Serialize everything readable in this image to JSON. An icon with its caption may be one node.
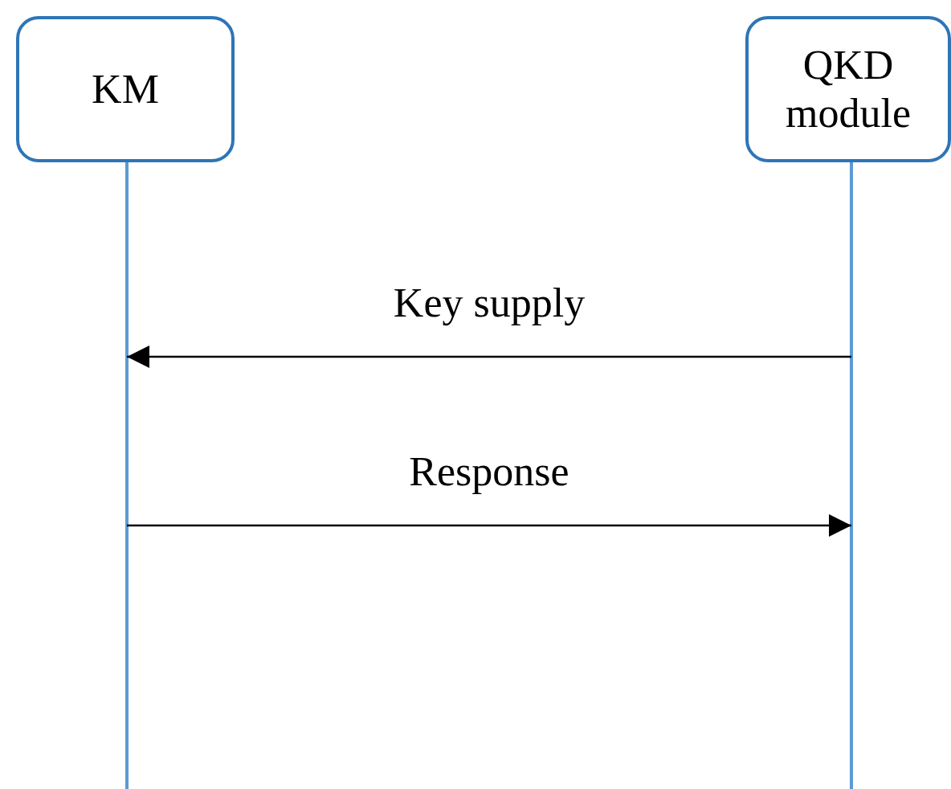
{
  "diagram": {
    "nodes": [
      {
        "text": [
          "KM"
        ]
      },
      {
        "text": [
          "QKD module"
        ]
      }
    ],
    "edges": [
      {
        "from": 1,
        "to": 0,
        "arrow": "to",
        "label": "Key supply"
      },
      {
        "from": 0,
        "to": 1,
        "arrow": "to",
        "label": "Response"
      }
    ]
  }
}
